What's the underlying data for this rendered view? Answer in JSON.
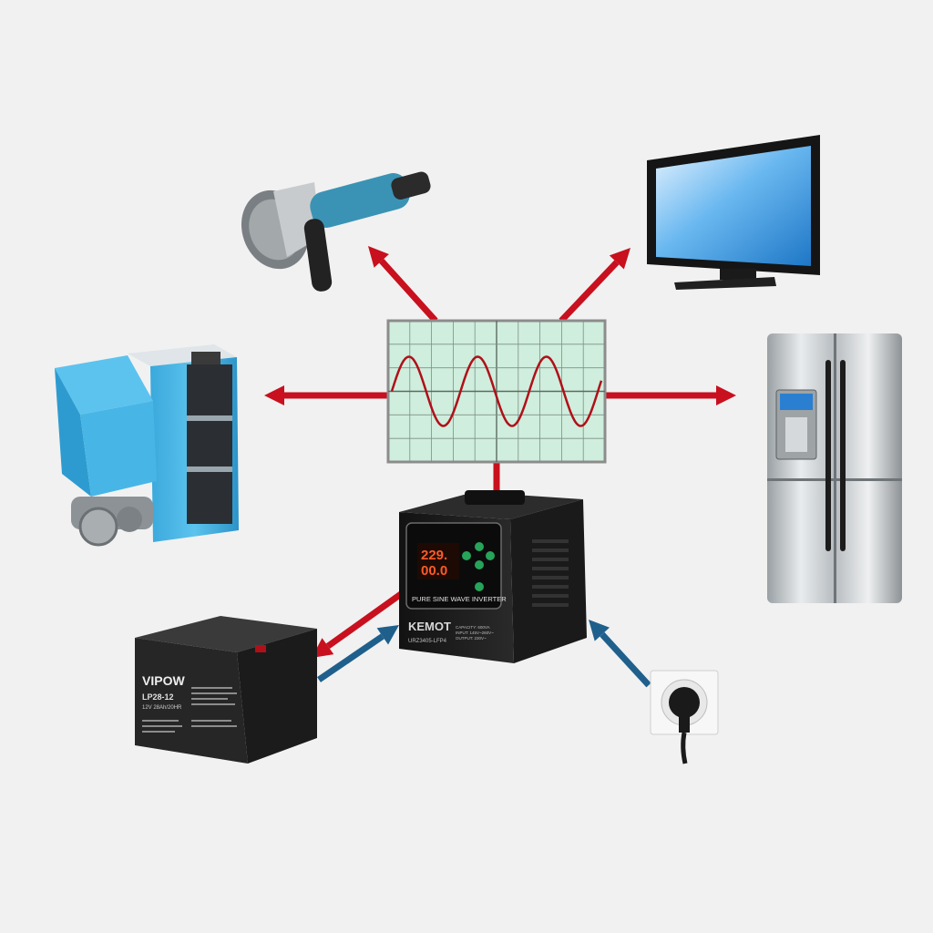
{
  "colors": {
    "background": "#f1f1f1",
    "output_arrow": "#c8101e",
    "input_arrow": "#1f5f8c",
    "oscilloscope_screen": "#cfeedd",
    "sine_wave": "#b01019"
  },
  "inverter": {
    "brand": "KEMOT",
    "panel_title": "PURE SINE WAVE INVERTER",
    "model": "URZ3405-LFP4",
    "display_top": "229.",
    "display_bottom": "00.0",
    "spec_capacity": "CAPACITY: 600VA",
    "spec_input": "INPUT: 145V~260V~",
    "spec_output": "OUTPUT: 230V~"
  },
  "battery": {
    "brand": "VIPOW",
    "model": "LP28-12",
    "rating": "12V 28Ah/20HR"
  },
  "icons": [
    "angle-grinder-icon",
    "flat-screen-tv-icon",
    "pellet-boiler-icon",
    "refrigerator-icon",
    "oscilloscope-sine-wave-icon",
    "inverter-unit-icon",
    "battery-icon",
    "wall-socket-plug-icon"
  ]
}
